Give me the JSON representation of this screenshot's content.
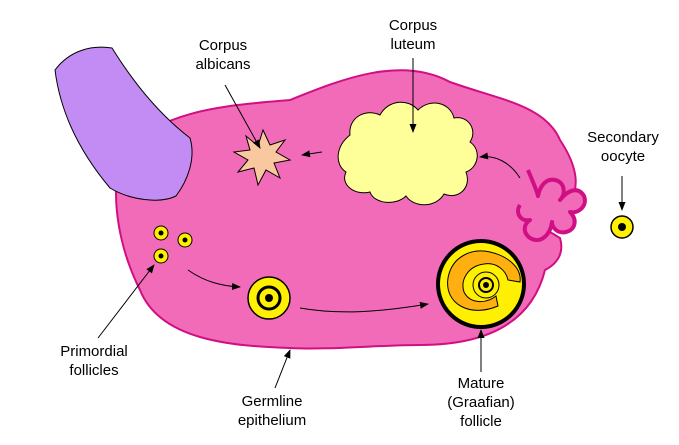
{
  "labels": {
    "corpus_albicans": [
      "Corpus",
      "albicans"
    ],
    "corpus_luteum": [
      "Corpus",
      "luteum"
    ],
    "secondary_oocyte": [
      "Secondary",
      "oocyte"
    ],
    "primordial_follicles": [
      "Primordial",
      "follicles"
    ],
    "germline_epithelium": [
      "Germline",
      "epithelium"
    ],
    "mature_follicle": [
      "Mature",
      "(Graafian)",
      "follicle"
    ]
  },
  "colors": {
    "ovary": "#f26bb9",
    "ovary_outline": "#d10f84",
    "ligament": "#c38cf5",
    "corpus_luteum": "#ffff99",
    "corpus_albicans": "#f9c89e",
    "follicle_yellow": "#ffef00",
    "antrum_orange": "#ffb010",
    "outline": "#000000"
  }
}
